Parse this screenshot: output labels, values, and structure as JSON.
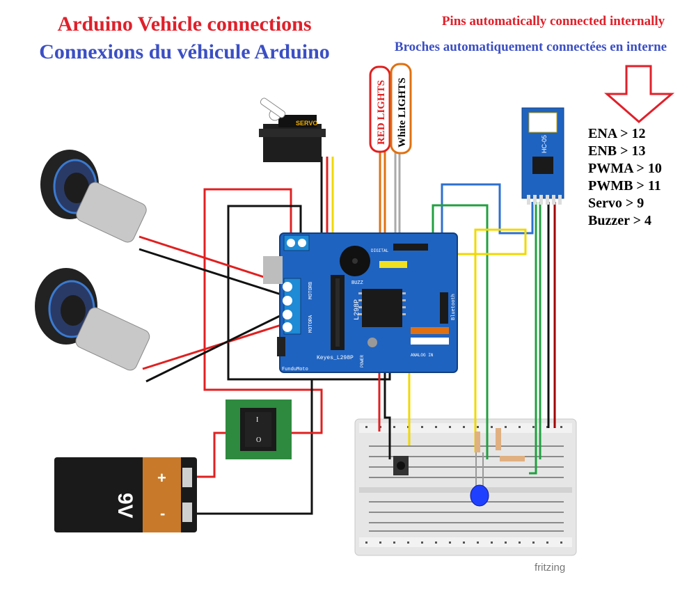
{
  "titles": {
    "english": "Arduino Vehicle connections",
    "french": "Connexions du véhicule Arduino"
  },
  "notes": {
    "english": "Pins automatically connected internally",
    "french": "Broches automatiquement connectées en interne"
  },
  "pin_mappings": [
    "ENA > 12",
    "ENB > 13",
    "PWMA > 10",
    "PWMB > 11",
    "Servo > 9",
    "Buzzer > 4"
  ],
  "components": {
    "servo_label": "SERVO",
    "red_lights_label": "RED LIGHTS",
    "white_lights_label": "White LIGHTS",
    "bluetooth_label": "HC-05",
    "battery_label": "9V",
    "battery_plus": "+",
    "battery_minus": "-",
    "switch_on": "I",
    "switch_off": "O",
    "shield_name": "Keyes_L298P",
    "shield_maker": "FunduMoto",
    "chip_label": "L298P",
    "motora_label": "MOTORA",
    "motorb_label": "MOTORB",
    "buzz_label": "BUZZ",
    "bluetooth_port_label": "Bluetooth",
    "digital_label": "DIGITAL",
    "analog_label": "ANALOG IN",
    "power_label": "POWER",
    "fritzing_label": "fritzing"
  },
  "colors": {
    "title_red": "#e0202a",
    "title_blue": "#3b4fc4",
    "shield_blue": "#1f63c0",
    "wire_red": "#e02020",
    "wire_black": "#111111",
    "wire_blue": "#2d6fd0",
    "wire_green": "#20a040",
    "wire_yellow": "#f0d800",
    "wire_orange": "#e07010",
    "led_blue": "#2040ff"
  }
}
